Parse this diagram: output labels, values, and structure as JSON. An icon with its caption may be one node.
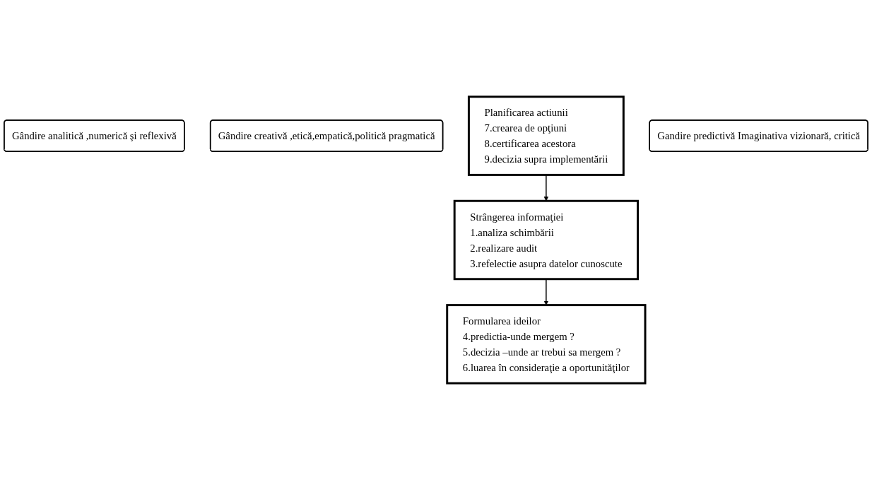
{
  "diagram": {
    "nodes": [
      {
        "text": [
          "Strângerea informaţiei",
          "1.analiza schimbării",
          "2.realizare audit",
          "3.refelectie asupra datelor cunoscute"
        ]
      },
      {
        "text": [
          "Gândire analitică ,numerică şi reflexivă"
        ]
      },
      {
        "text": [
          "Gândire creativă ,etică,empatică,politică pragmatică"
        ]
      },
      {
        "text": [
          "Formularea ideilor",
          "4.predictia-unde mergem ?",
          "5.decizia –unde ar trebui sa mergem ?",
          "6.luarea în consideraţie a oportunităţilor"
        ]
      },
      {
        "text": [
          "Planificarea actiunii",
          "7.crearea de opţiuni",
          "8.certificarea acestora",
          "9.decizia supra implementării"
        ]
      },
      {
        "text": [
          "Gandire predictivă Imaginativa vizionară, critică"
        ]
      }
    ],
    "edges": [
      {
        "from": 0,
        "to": 3,
        "arrow": "to"
      },
      {
        "from": 4,
        "to": 0,
        "arrow": "to"
      }
    ]
  }
}
